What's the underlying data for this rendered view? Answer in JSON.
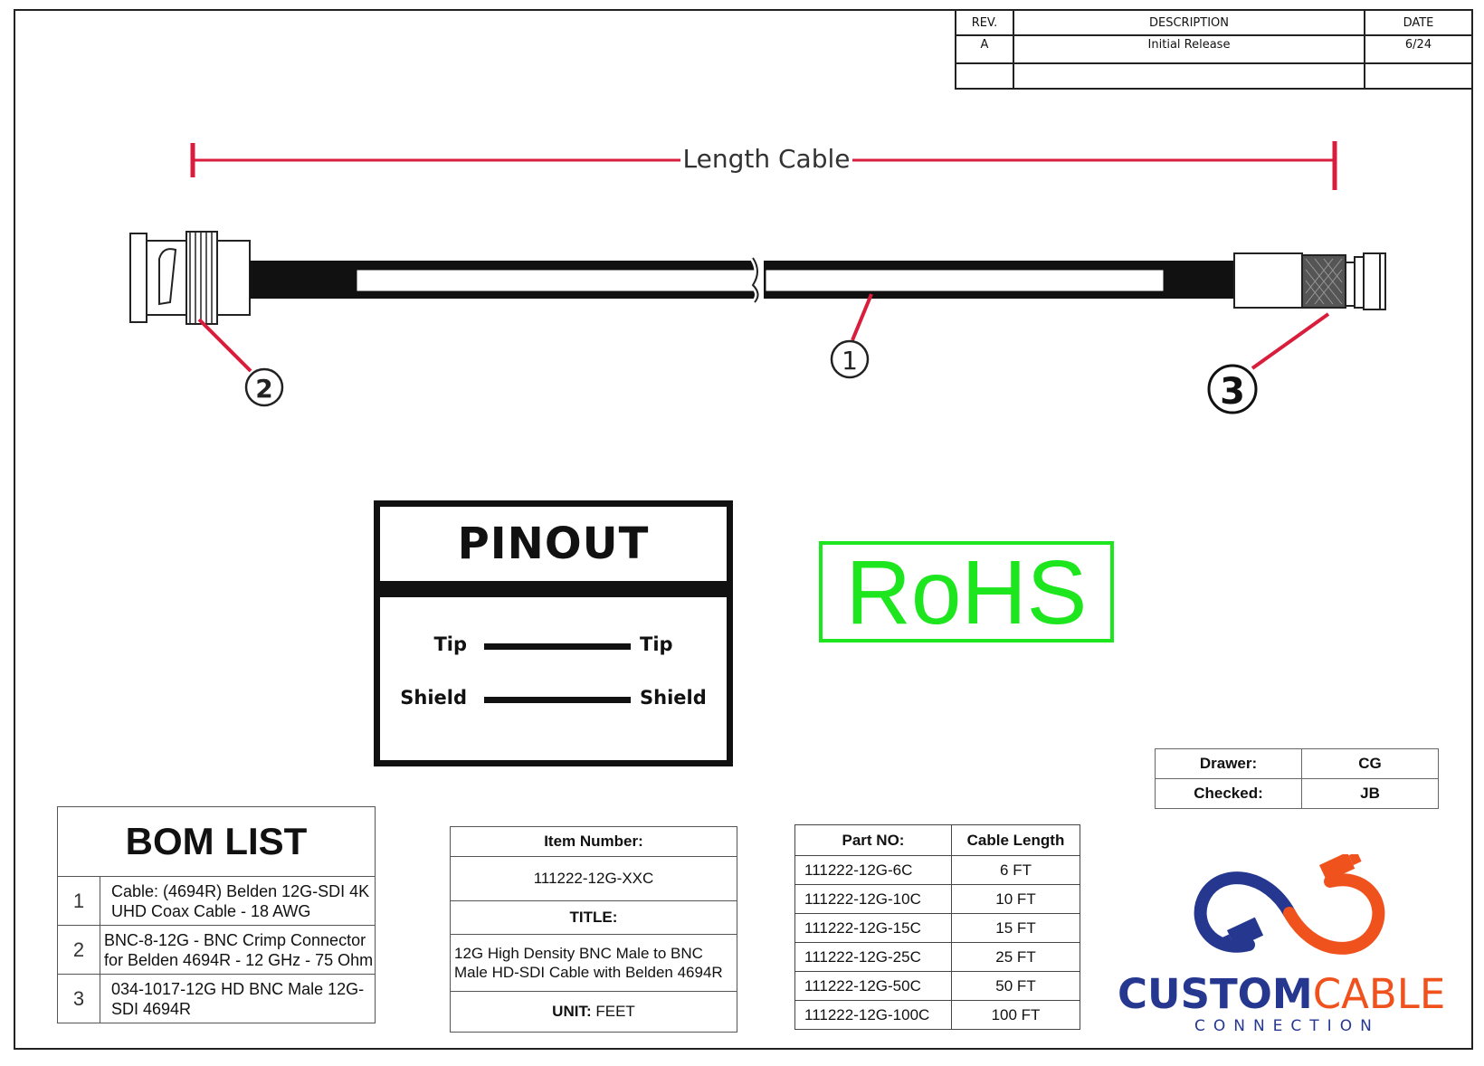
{
  "revision": {
    "headers": [
      "REV.",
      "DESCRIPTION",
      "DATE"
    ],
    "rows": [
      {
        "rev": "A",
        "description": "Initial Release",
        "date": "6/24"
      },
      {
        "rev": "",
        "description": "",
        "date": ""
      }
    ]
  },
  "drawing": {
    "dimension_label": "Length Cable",
    "callouts": [
      "1",
      "2",
      "3"
    ]
  },
  "pinout": {
    "title": "PINOUT",
    "rows": [
      {
        "left": "Tip",
        "right": "Tip"
      },
      {
        "left": "Shield",
        "right": "Shield"
      }
    ]
  },
  "rohs": "RoHS",
  "drawer": {
    "drawer_label": "Drawer:",
    "drawer_value": "CG",
    "checked_label": "Checked:",
    "checked_value": "JB"
  },
  "bom": {
    "title": "BOM LIST",
    "items": [
      {
        "num": "1",
        "desc": "Cable: (4694R) Belden 12G-SDI 4K UHD Coax Cable - 18 AWG"
      },
      {
        "num": "2",
        "desc": "BNC-8-12G - BNC Crimp Connector for Belden 4694R - 12 GHz - 75 Ohm"
      },
      {
        "num": "3",
        "desc": "034-1017-12G HD BNC Male 12G-SDI 4694R"
      }
    ]
  },
  "item": {
    "item_label": "Item Number:",
    "item_value": "111222-12G-XXC",
    "title_label": "TITLE:",
    "title_value": "12G High Density BNC Male to BNC Male HD-SDI Cable with Belden 4694R",
    "unit_label": "UNIT:",
    "unit_value": "FEET"
  },
  "parts": {
    "headers": [
      "Part NO:",
      "Cable Length"
    ],
    "rows": [
      {
        "part": "111222-12G-6C",
        "length": "6 FT"
      },
      {
        "part": "111222-12G-10C",
        "length": "10 FT"
      },
      {
        "part": "111222-12G-15C",
        "length": "15 FT"
      },
      {
        "part": "111222-12G-25C",
        "length": "25 FT"
      },
      {
        "part": "111222-12G-50C",
        "length": "50 FT"
      },
      {
        "part": "111222-12G-100C",
        "length": "100 FT"
      }
    ]
  },
  "logo": {
    "word1": "CUSTOM",
    "word2": "CABLE",
    "sub": "CONNECTION",
    "colors": {
      "blue": "#25378f",
      "orange": "#f0521e"
    }
  },
  "colors": {
    "dimension": "#d81e3c",
    "leader": "#d81e3c",
    "rohs": "#1ee61e"
  }
}
